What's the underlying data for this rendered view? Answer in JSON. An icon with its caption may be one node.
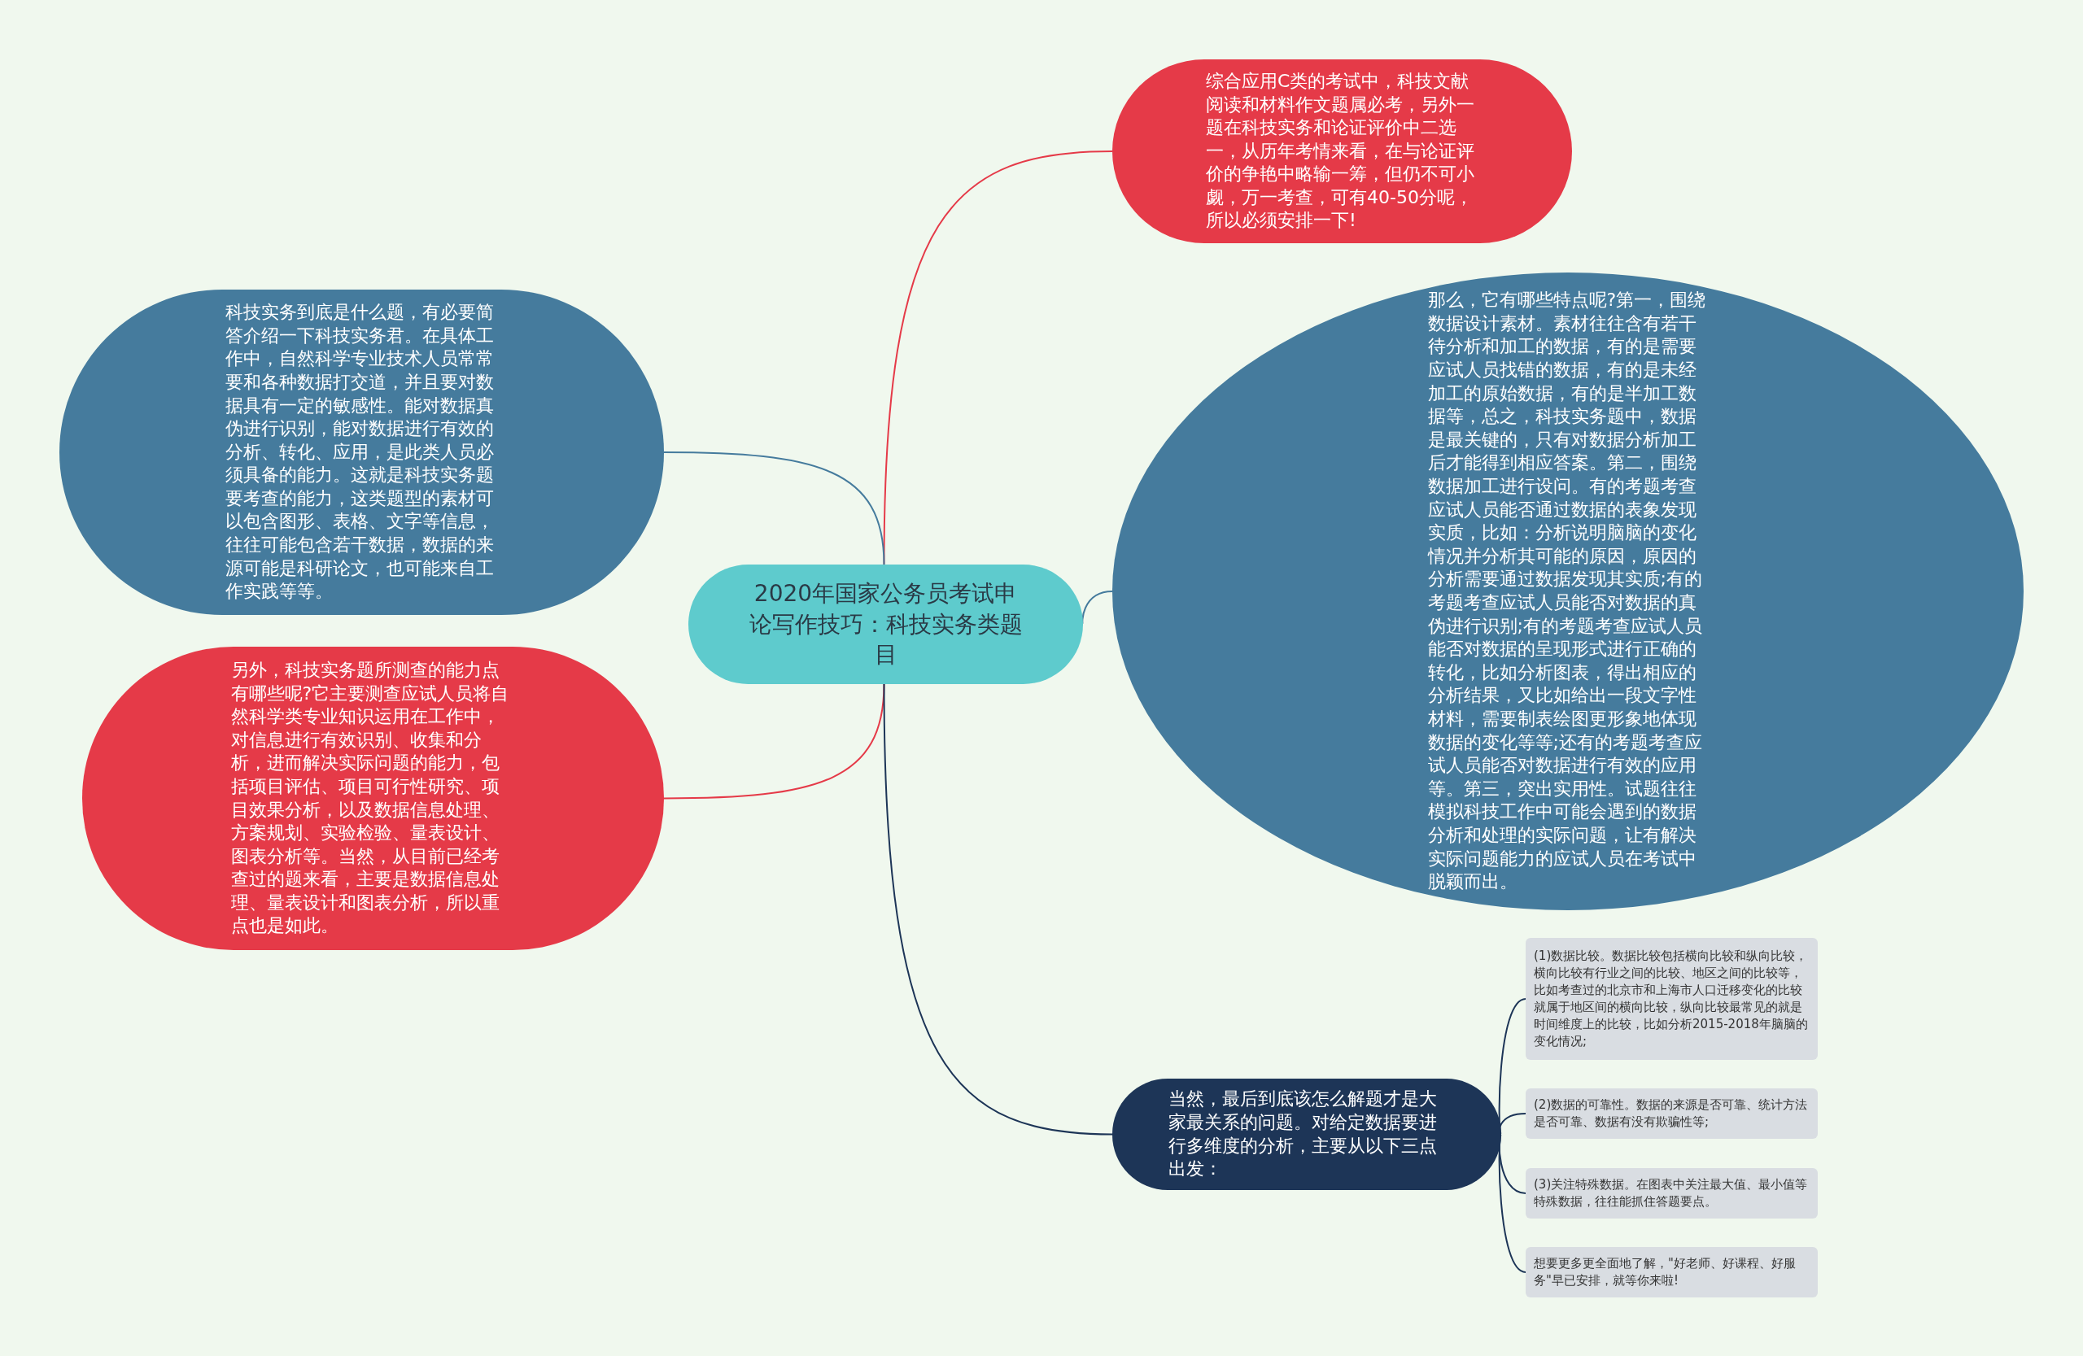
{
  "diagram": {
    "nodes": [
      {
        "text": [
          "2020年国家公务员考试申论写作技巧：科技实务类题目"
        ]
      },
      {
        "text": [
          "综合应用C类的考试中，科技文献阅读和材料作文题属必考，另外一题在科技实务和论证评价中二选一，从历年考情来看，在与论证评价的争艳中略输一筹，但仍不可小觑，万一考查，可有40-50分呢，所以必须安排一下!"
        ]
      },
      {
        "text": [
          "科技实务到底是什么题，有必要简答介绍一下科技实务君。在具体工作中，自然科学专业技术人员常常要和各种数据打交道，并且要对数据具有一定的敏感性。能对数据真伪进行识别，能对数据进行有效的分析、转化、应用，是此类人员必须具备的能力。这就是科技实务题要考查的能力，这类题型的素材可以包含图形、表格、文字等信息，往往可能包含若干数据，数据的来源可能是科研论文，也可能来自工作实践等等。"
        ]
      },
      {
        "text": [
          "那么，它有哪些特点呢?第一，围绕数据设计素材。素材往往含有若干待分析和加工的数据，有的是需要应试人员找错的数据，有的是未经加工的原始数据，有的是半加工数据等，总之，科技实务题中，数据是最关键的，只有对数据分析加工后才能得到相应答案。第二，围绕数据加工进行设问。有的考题考查应试人员能否通过数据的表象发现实质，比如：分析说明脑脑的变化情况并分析其可能的原因，原因的分析需要通过数据发现其实质;有的考题考查应试人员能否对数据的真伪进行识别;有的考题考查应试人员能否对数据的呈现形式进行正确的转化，比如分析图表，得出相应的分析结果，又比如给出一段文字性材料，需要制表绘图更形象地体现数据的变化等等;还有的考题考查应试人员能否对数据进行有效的应用等。第三，突出实用性。试题往往模拟科技工作中可能会遇到的数据分析和处理的实际问题，让有解决实际问题能力的应试人员在考试中脱颖而出。"
        ]
      },
      {
        "text": [
          "另外，科技实务题所测查的能力点有哪些呢?它主要测查应试人员将自然科学类专业知识运用在工作中，对信息进行有效识别、收集和分析，进而解决实际问题的能力，包括项目评估、项目可行性研究、项目效果分析，以及数据信息处理、方案规划、实验检验、量表设计、图表分析等。当然，从目前已经考查过的题来看，主要是数据信息处理、量表设计和图表分析，所以重点也是如此。"
        ]
      },
      {
        "text": [
          "当然，最后到底该怎么解题才是大家最关系的问题。对给定数据要进行多维度的分析，主要从以下三点出发："
        ]
      },
      {
        "text": [
          "(1)数据比较。数据比较包括横向比较和纵向比较，横向比较有行业之间的比较、地区之间的比较等，比如考查过的北京市和上海市人口迁移变化的比较就属于地区间的横向比较，纵向比较最常见的就是时间维度上的比较，比如分析2015-2018年脑脑的变化情况;"
        ]
      },
      {
        "text": [
          "(2)数据的可靠性。数据的来源是否可靠、统计方法是否可靠、数据有没有欺骗性等;"
        ]
      },
      {
        "text": [
          "(3)关注特殊数据。在图表中关注最大值、最小值等特殊数据，往往能抓住答题要点。"
        ]
      },
      {
        "text": [
          "想要更多更全面地了解，\"好老师、好课程、好服务\"早已安排，就等你来啦!"
        ]
      }
    ],
    "edges": [
      {
        "from": 0,
        "to": 1,
        "arrow": "none",
        "color": "#e53a48"
      },
      {
        "from": 0,
        "to": 2,
        "arrow": "none",
        "color": "#457b9d"
      },
      {
        "from": 0,
        "to": 3,
        "arrow": "none",
        "color": "#457b9d"
      },
      {
        "from": 0,
        "to": 4,
        "arrow": "none",
        "color": "#e53a48"
      },
      {
        "from": 0,
        "to": 5,
        "arrow": "none"
      },
      {
        "from": 5,
        "to": 6,
        "arrow": "none"
      },
      {
        "from": 5,
        "to": 7,
        "arrow": "none"
      },
      {
        "from": 5,
        "to": 8,
        "arrow": "none"
      },
      {
        "from": 5,
        "to": 9,
        "arrow": "none"
      }
    ]
  }
}
